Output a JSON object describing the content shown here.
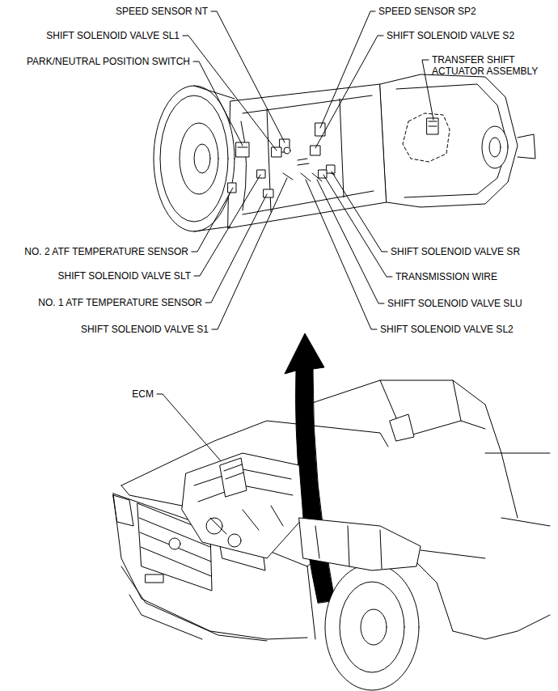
{
  "diagram": {
    "labels": [
      "SPEED SENSOR NT",
      "SPEED SENSOR SP2",
      "SHIFT SOLENOID VALVE SL1",
      "SHIFT SOLENOID VALVE S2",
      "PARK/NEUTRAL POSITION SWITCH",
      "TRANSFER SHIFT ACTUATOR ASSEMBLY",
      "NO. 2 ATF TEMPERATURE SENSOR",
      "SHIFT SOLENOID VALVE SR",
      "SHIFT SOLENOID VALVE SLT",
      "TRANSMISSION WIRE",
      "NO. 1 ATF TEMPERATURE SENSOR",
      "SHIFT SOLENOID VALVE SLU",
      "SHIFT SOLENOID VALVE S1",
      "SHIFT SOLENOID VALVE SL2",
      "ECM"
    ]
  }
}
